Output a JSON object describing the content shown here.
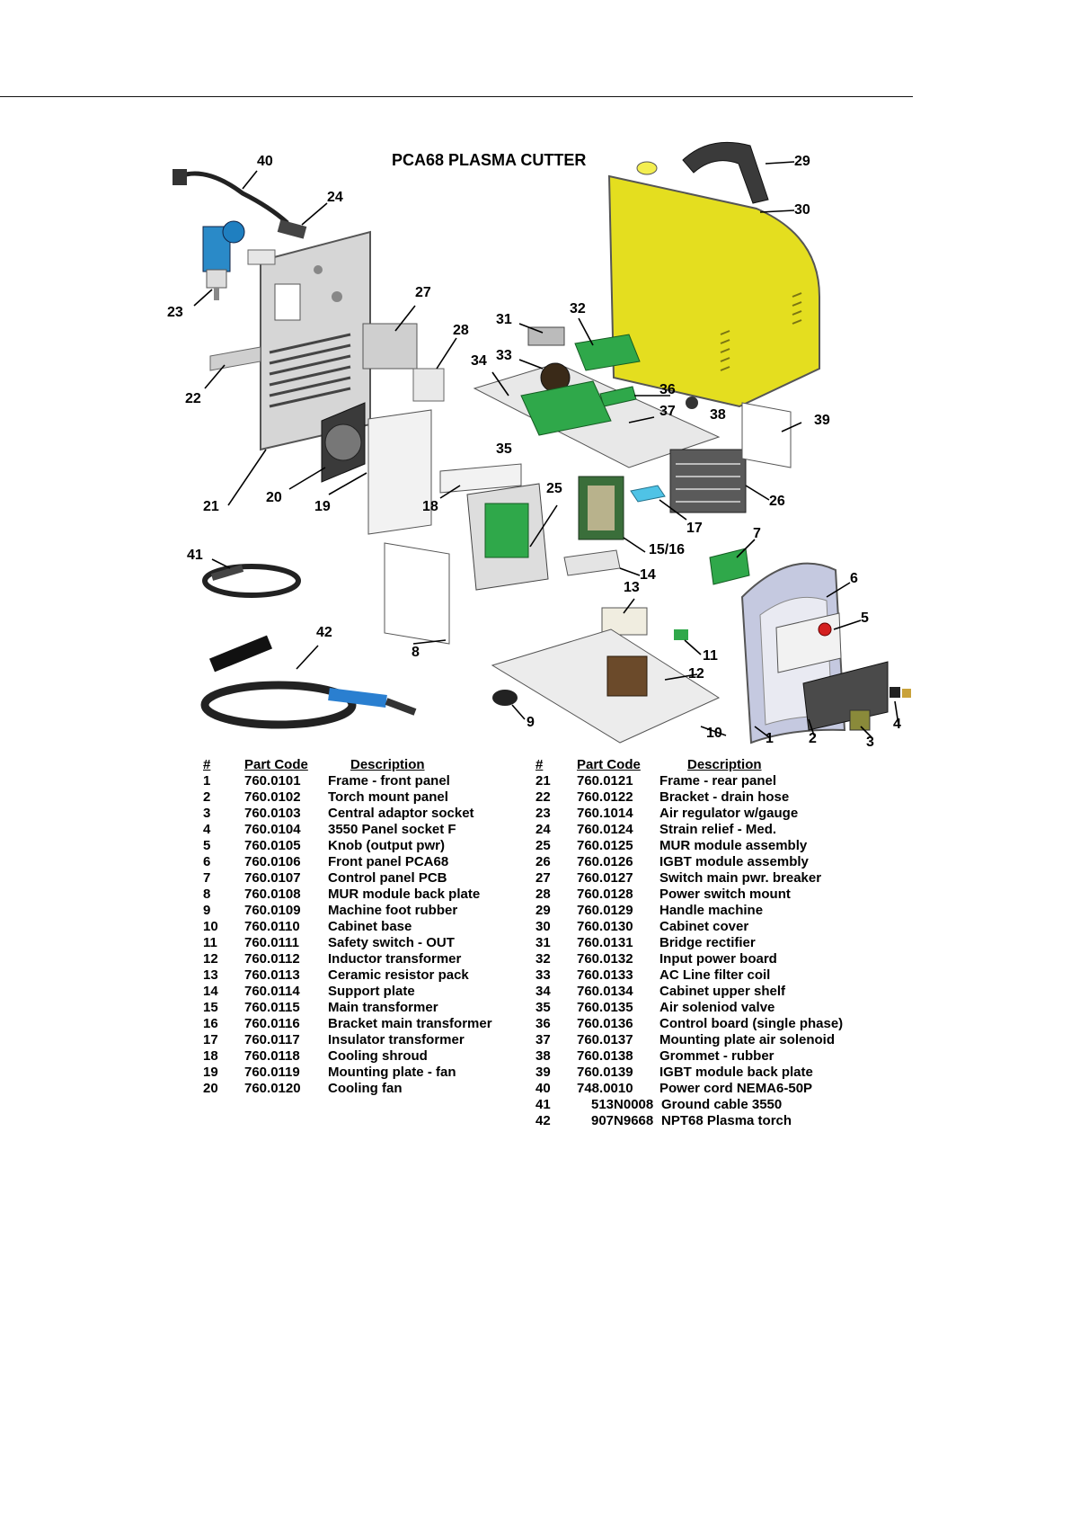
{
  "diagram": {
    "title": "PCA68 PLASMA CUTTER",
    "colors": {
      "cover": "#e4de1f",
      "board": "#2fa84a",
      "metal": "#d9d9d9",
      "dark": "#2b2b2b",
      "torch_blue": "#2a7fd0"
    },
    "callouts": [
      "40",
      "24",
      "23",
      "22",
      "21",
      "20",
      "19",
      "18",
      "27",
      "28",
      "31",
      "32",
      "33",
      "34",
      "35",
      "36",
      "37",
      "38",
      "39",
      "29",
      "30",
      "26",
      "25",
      "17",
      "15/16",
      "14",
      "13",
      "7",
      "6",
      "5",
      "4",
      "3",
      "2",
      "1",
      "12",
      "11",
      "10",
      "9",
      "8",
      "41",
      "42"
    ]
  },
  "parts_table": {
    "headers": {
      "num": "#",
      "code": "Part Code",
      "desc": "Description"
    },
    "left": [
      {
        "num": "1",
        "code": "760.0101",
        "desc": "Frame - front panel"
      },
      {
        "num": "2",
        "code": "760.0102",
        "desc": "Torch mount panel"
      },
      {
        "num": "3",
        "code": "760.0103",
        "desc": "Central adaptor socket"
      },
      {
        "num": "4",
        "code": "760.0104",
        "desc": "3550 Panel socket F"
      },
      {
        "num": "5",
        "code": "760.0105",
        "desc": "Knob (output pwr)"
      },
      {
        "num": "6",
        "code": "760.0106",
        "desc": "Front panel PCA68"
      },
      {
        "num": "7",
        "code": "760.0107",
        "desc": "Control panel PCB"
      },
      {
        "num": "8",
        "code": "760.0108",
        "desc": "MUR module back plate"
      },
      {
        "num": "9",
        "code": "760.0109",
        "desc": "Machine foot rubber"
      },
      {
        "num": "10",
        "code": "760.0110",
        "desc": "Cabinet base"
      },
      {
        "num": "11",
        "code": "760.0111",
        "desc": "Safety switch - OUT"
      },
      {
        "num": "12",
        "code": "760.0112",
        "desc": "Inductor transformer"
      },
      {
        "num": "13",
        "code": "760.0113",
        "desc": "Ceramic resistor pack"
      },
      {
        "num": "14",
        "code": "760.0114",
        "desc": "Support plate"
      },
      {
        "num": "15",
        "code": "760.0115",
        "desc": "Main transformer"
      },
      {
        "num": "16",
        "code": "760.0116",
        "desc": "Bracket main transformer"
      },
      {
        "num": "17",
        "code": "760.0117",
        "desc": "Insulator transformer"
      },
      {
        "num": "18",
        "code": "760.0118",
        "desc": "Cooling shroud"
      },
      {
        "num": "19",
        "code": "760.0119",
        "desc": "Mounting plate - fan"
      },
      {
        "num": "20",
        "code": "760.0120",
        "desc": "Cooling fan"
      }
    ],
    "right": [
      {
        "num": "21",
        "code": "760.0121",
        "desc": "Frame - rear panel"
      },
      {
        "num": "22",
        "code": "760.0122",
        "desc": "Bracket - drain hose"
      },
      {
        "num": "23",
        "code": "760.1014",
        "desc": "Air regulator w/gauge"
      },
      {
        "num": "24",
        "code": "760.0124",
        "desc": "Strain relief - Med."
      },
      {
        "num": "25",
        "code": "760.0125",
        "desc": "MUR module assembly"
      },
      {
        "num": "26",
        "code": "760.0126",
        "desc": "IGBT module assembly"
      },
      {
        "num": "27",
        "code": "760.0127",
        "desc": "Switch main pwr. breaker"
      },
      {
        "num": "28",
        "code": "760.0128",
        "desc": "Power switch mount"
      },
      {
        "num": "29",
        "code": "760.0129",
        "desc": "Handle machine"
      },
      {
        "num": "30",
        "code": "760.0130",
        "desc": "Cabinet cover"
      },
      {
        "num": "31",
        "code": "760.0131",
        "desc": "Bridge rectifier"
      },
      {
        "num": "32",
        "code": "760.0132",
        "desc": "Input power board"
      },
      {
        "num": "33",
        "code": "760.0133",
        "desc": "AC Line filter coil"
      },
      {
        "num": "34",
        "code": "760.0134",
        "desc": "Cabinet upper shelf"
      },
      {
        "num": "35",
        "code": "760.0135",
        "desc": "Air soleniod valve"
      },
      {
        "num": "36",
        "code": "760.0136",
        "desc": "Control board (single phase)"
      },
      {
        "num": "37",
        "code": "760.0137",
        "desc": "Mounting plate air solenoid"
      },
      {
        "num": "38",
        "code": "760.0138",
        "desc": "Grommet - rubber"
      },
      {
        "num": "39",
        "code": "760.0139",
        "desc": "IGBT module back plate"
      },
      {
        "num": "40",
        "code": "748.0010",
        "desc": "Power cord NEMA6-50P"
      },
      {
        "num": "41",
        "code": "513N0008",
        "desc": "Ground cable 3550"
      },
      {
        "num": "42",
        "code": "907N9668",
        "desc": "NPT68 Plasma torch"
      }
    ]
  }
}
